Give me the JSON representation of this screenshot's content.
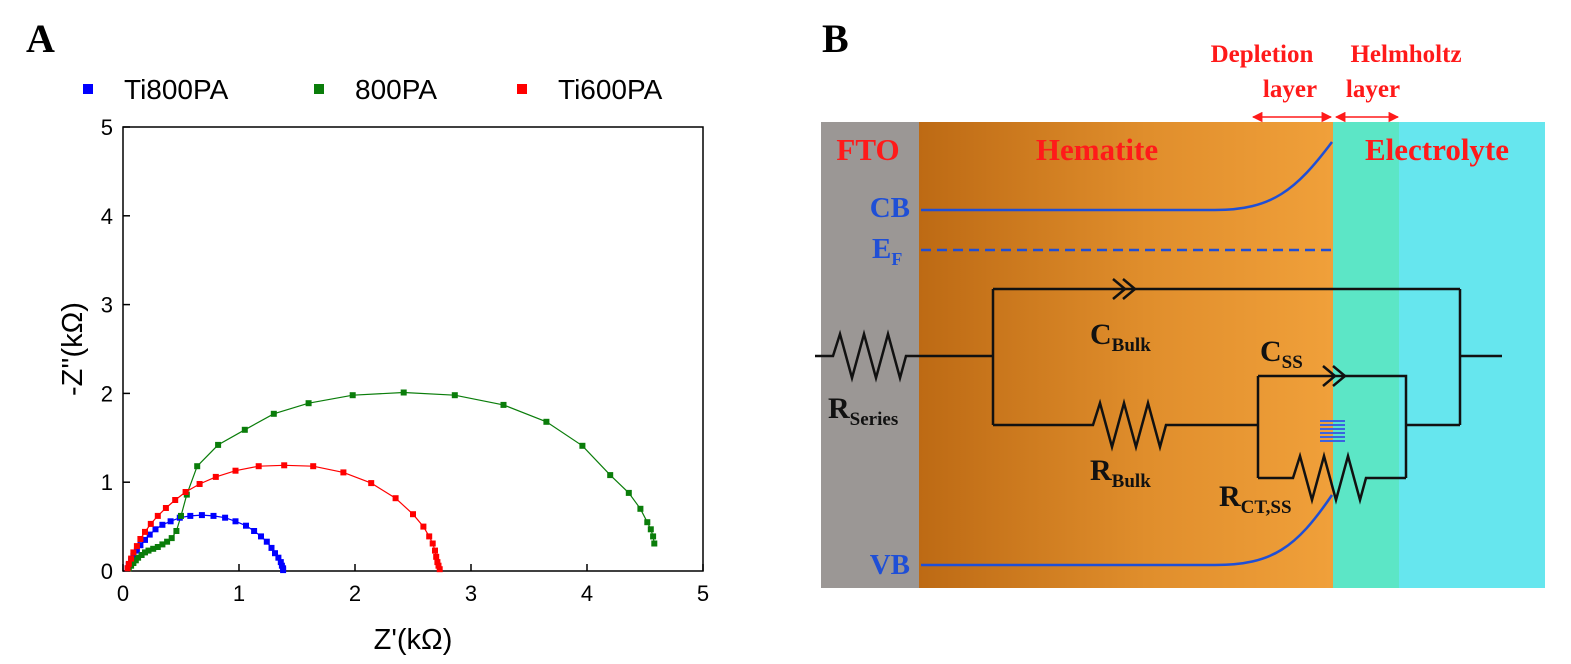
{
  "panel_a": {
    "letter": "A",
    "legend": [
      {
        "label": "Ti800PA",
        "color": "#0000ff"
      },
      {
        "label": "800PA",
        "color": "#0a7d0a"
      },
      {
        "label": "Ti600PA",
        "color": "#ff0000"
      }
    ]
  },
  "panel_b": {
    "letter": "B",
    "regions": {
      "fto": "FTO",
      "hematite": "Hematite",
      "electrolyte": "Electrolyte",
      "depletion_line1": "Depletion",
      "depletion_line2": "layer",
      "helmholtz_line1": "Helmholtz",
      "helmholtz_line2": "layer"
    },
    "bands": {
      "cb": "CB",
      "ef_main": "E",
      "ef_sub": "F",
      "vb": "VB"
    },
    "components": {
      "c_bulk_main": "C",
      "c_bulk_sub": "Bulk",
      "c_ss_main": "C",
      "c_ss_sub": "SS",
      "r_bulk_main": "R",
      "r_bulk_sub": "Bulk",
      "r_series_main": "R",
      "r_series_sub": "Series",
      "r_ct_main": "R",
      "r_ct_sub": "CT,SS"
    },
    "colors": {
      "fto": "#9b9795",
      "hematite_dark": "#bd6a14",
      "hematite_light": "#f0a03a",
      "helmholtz": "#5ce6c6",
      "electrolyte": "#66e6ee",
      "band_line": "#1f4fd6",
      "label_red": "#ff1a1a"
    }
  },
  "chart_data": {
    "type": "scatter",
    "title": "",
    "xlabel": "Z'(kΩ)",
    "ylabel": "-Z''(kΩ)",
    "xlim": [
      0,
      5
    ],
    "ylim": [
      0,
      5
    ],
    "xticks": [
      0,
      1,
      2,
      3,
      4,
      5
    ],
    "yticks": [
      0,
      1,
      2,
      3,
      4,
      5
    ],
    "grid": false,
    "legend_position": "top",
    "marker": "square",
    "series": [
      {
        "name": "Ti800PA",
        "color": "#0000ff",
        "x": [
          0.04,
          0.05,
          0.07,
          0.09,
          0.12,
          0.15,
          0.19,
          0.23,
          0.28,
          0.34,
          0.41,
          0.49,
          0.58,
          0.68,
          0.78,
          0.88,
          0.97,
          1.06,
          1.13,
          1.19,
          1.24,
          1.28,
          1.31,
          1.34,
          1.36,
          1.37,
          1.38,
          1.38
        ],
        "y": [
          0.03,
          0.07,
          0.12,
          0.17,
          0.23,
          0.29,
          0.35,
          0.41,
          0.47,
          0.52,
          0.56,
          0.6,
          0.62,
          0.63,
          0.62,
          0.6,
          0.56,
          0.51,
          0.45,
          0.39,
          0.33,
          0.26,
          0.2,
          0.15,
          0.1,
          0.06,
          0.03,
          0.01
        ]
      },
      {
        "name": "800PA",
        "color": "#0a7d0a",
        "x": [
          0.05,
          0.07,
          0.09,
          0.11,
          0.13,
          0.16,
          0.19,
          0.22,
          0.26,
          0.3,
          0.34,
          0.38,
          0.42,
          0.46,
          0.5,
          0.55,
          0.64,
          0.82,
          1.05,
          1.3,
          1.6,
          1.98,
          2.42,
          2.86,
          3.28,
          3.65,
          3.96,
          4.2,
          4.36,
          4.46,
          4.52,
          4.55,
          4.57,
          4.58
        ],
        "y": [
          0.03,
          0.06,
          0.09,
          0.12,
          0.15,
          0.18,
          0.21,
          0.23,
          0.25,
          0.27,
          0.3,
          0.33,
          0.37,
          0.45,
          0.62,
          0.86,
          1.18,
          1.42,
          1.59,
          1.77,
          1.89,
          1.98,
          2.01,
          1.98,
          1.87,
          1.68,
          1.41,
          1.08,
          0.88,
          0.7,
          0.55,
          0.47,
          0.39,
          0.31
        ]
      },
      {
        "name": "Ti600PA",
        "color": "#ff0000",
        "x": [
          0.04,
          0.05,
          0.07,
          0.09,
          0.12,
          0.15,
          0.19,
          0.24,
          0.3,
          0.37,
          0.45,
          0.54,
          0.66,
          0.8,
          0.97,
          1.17,
          1.39,
          1.64,
          1.9,
          2.14,
          2.35,
          2.5,
          2.59,
          2.64,
          2.67,
          2.69,
          2.7,
          2.71,
          2.72,
          2.73
        ],
        "y": [
          0.03,
          0.08,
          0.14,
          0.21,
          0.28,
          0.36,
          0.44,
          0.53,
          0.62,
          0.71,
          0.8,
          0.89,
          0.98,
          1.06,
          1.13,
          1.18,
          1.19,
          1.18,
          1.11,
          0.99,
          0.82,
          0.64,
          0.5,
          0.39,
          0.31,
          0.23,
          0.16,
          0.1,
          0.06,
          0.02
        ]
      }
    ]
  }
}
